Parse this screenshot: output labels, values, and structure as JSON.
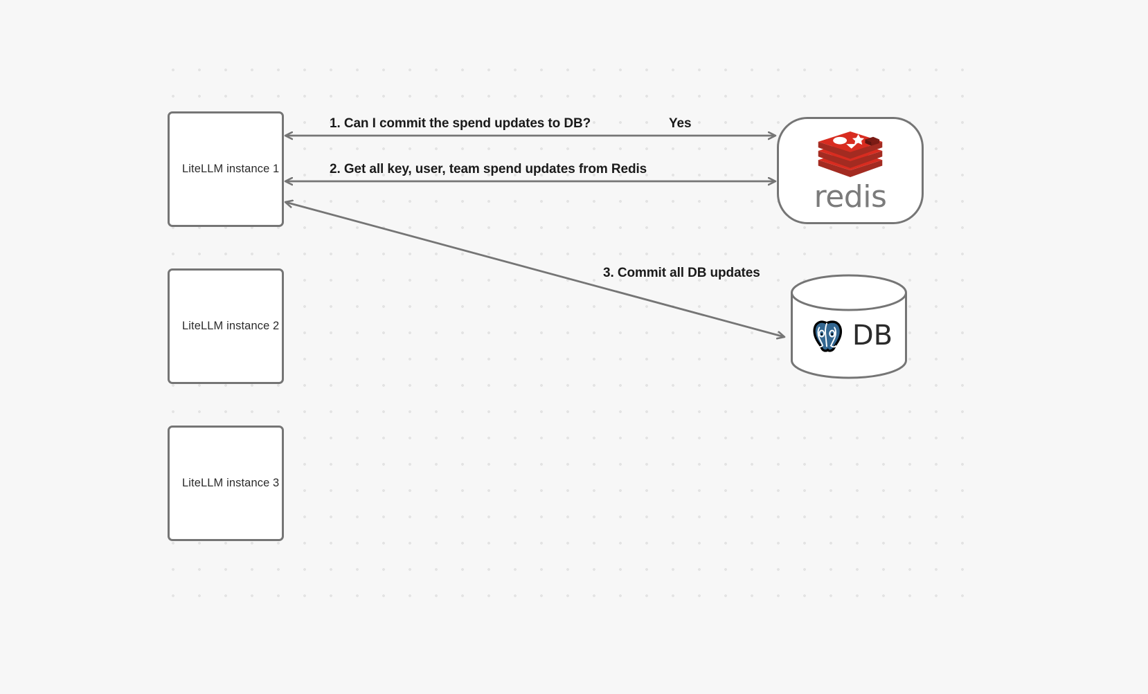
{
  "diagram": {
    "title": "LiteLLM Redis spend update flow",
    "background_color": "#f7f7f7",
    "dot_color": "#e4e4e4",
    "edge_color": "#757575",
    "node_border_color": "#757575",
    "node_fill_color": "#ffffff",
    "label_color": "#1a1a1a"
  },
  "nodes": {
    "instances": [
      {
        "id": "litellm-1",
        "label": "LiteLLM instance 1"
      },
      {
        "id": "litellm-2",
        "label": "LiteLLM instance 2"
      },
      {
        "id": "litellm-3",
        "label": "LiteLLM instance 3"
      }
    ],
    "redis": {
      "id": "redis",
      "wordmark": "redis",
      "icon": "redis-logo-icon",
      "brand_color": "#c6302b",
      "wordmark_color": "#7b7b7b"
    },
    "database": {
      "id": "db",
      "label": "DB",
      "icon": "postgresql-elephant-icon",
      "brand_color": "#336791"
    }
  },
  "edges": [
    {
      "id": "edge-1",
      "label": "1.  Can I commit the spend updates to DB?",
      "reply_label": "Yes",
      "from": "litellm-1",
      "to": "redis",
      "direction": "bidirectional"
    },
    {
      "id": "edge-2",
      "label": "2.  Get all key, user, team spend updates from Redis",
      "from": "litellm-1",
      "to": "redis",
      "direction": "bidirectional"
    },
    {
      "id": "edge-3",
      "label": "3.  Commit all DB updates",
      "from": "litellm-1",
      "to": "db",
      "direction": "bidirectional"
    }
  ]
}
